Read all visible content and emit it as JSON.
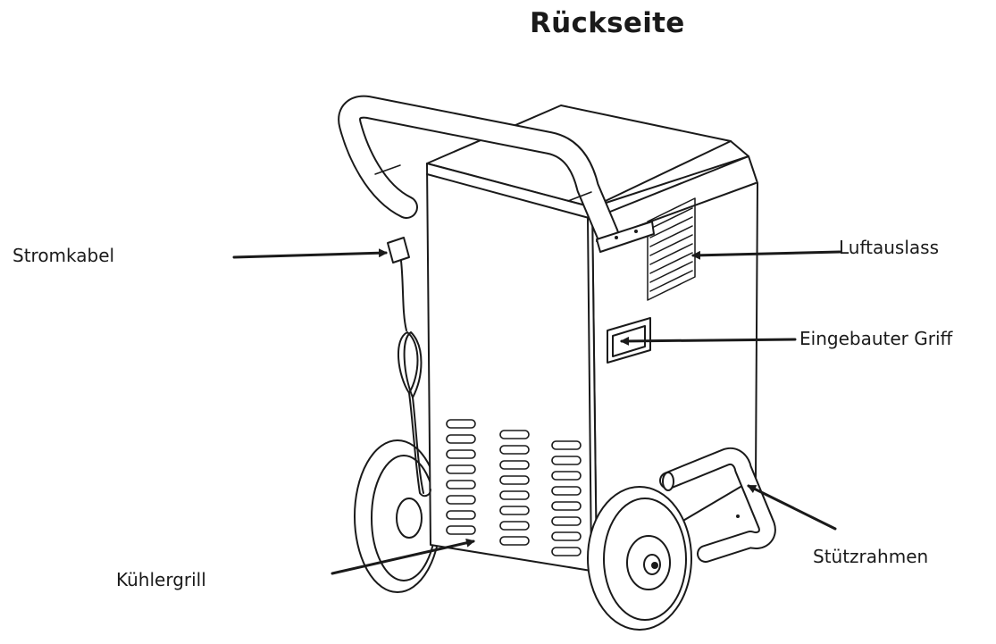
{
  "title": "Rückseite",
  "callouts": {
    "power_cable": "Stromkabel",
    "air_outlet": "Luftauslass",
    "built_in_handle": "Eingebauter Griff",
    "support_frame": "Stützrahmen",
    "radiator_grille": "Kühlergrill"
  },
  "colors": {
    "line": "#1a1a1a",
    "text": "#1a1a1a",
    "background": "#ffffff"
  }
}
